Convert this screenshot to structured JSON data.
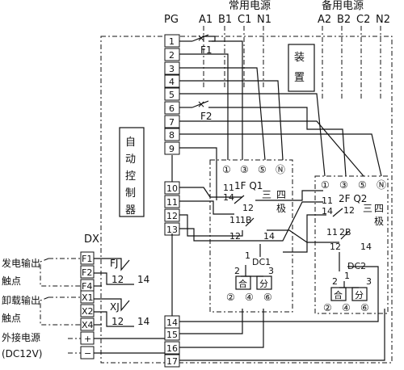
{
  "header": {
    "pg": "PG",
    "normal_source": "常用电源",
    "standby_source": "备用电源",
    "normal_phases": [
      "A1",
      "B1",
      "C1",
      "N1"
    ],
    "standby_phases": [
      "A2",
      "B2",
      "C2",
      "N2"
    ],
    "device": "装置"
  },
  "pg_terminals": [
    "1",
    "2",
    "3",
    "4",
    "5",
    "6",
    "7",
    "8",
    "9",
    "10",
    "11",
    "12",
    "13",
    "14",
    "15",
    "16",
    "17"
  ],
  "controller_label": "自动控制器",
  "fuses": {
    "f1": "F1",
    "f2": "F2"
  },
  "switch1": {
    "terminals": [
      "①",
      "③",
      "⑤",
      "Ⓝ"
    ],
    "name": "1F Q1",
    "type": "三 四 极",
    "aux_a": {
      "t1": "11",
      "t2": "14",
      "t3": "12"
    },
    "aux_b": {
      "name": "1B",
      "t1": "11",
      "t2": "12",
      "t3": "14"
    },
    "dc": {
      "name": "DC1",
      "n1": "1",
      "n2": "2",
      "n3": "3",
      "close": "合",
      "open": "分",
      "c2": "②",
      "c4": "④",
      "c6": "⑥"
    }
  },
  "switch2": {
    "terminals": [
      "①",
      "③",
      "⑤",
      "Ⓝ"
    ],
    "name": "2F Q2",
    "type": "三 四 极",
    "aux_a": {
      "t1": "11",
      "t2": "14",
      "t3": "12"
    },
    "aux_b": {
      "name": "2B",
      "t1": "11",
      "t2": "12",
      "t3": "14"
    },
    "dc": {
      "name": "DC2",
      "n1": "1",
      "n2": "2",
      "n3": "3",
      "close": "合",
      "open": "分",
      "c2": "②",
      "c4": "④",
      "c6": "⑥"
    }
  },
  "dx": {
    "title": "DX",
    "terminals": [
      "F1",
      "F2",
      "F4",
      "X1",
      "X2",
      "X4",
      "+",
      "−"
    ],
    "gen_output": "发电输出",
    "gen_contact": "触点",
    "unload_output": "卸载输出",
    "unload_contact": "触点",
    "ext_power": "外接电源",
    "ext_voltage": "(DC12V)"
  },
  "relays": {
    "fj": {
      "name": "FJ",
      "a": "12",
      "b": "14"
    },
    "xj": {
      "name": "XJ",
      "a": "12",
      "b": "14"
    }
  }
}
